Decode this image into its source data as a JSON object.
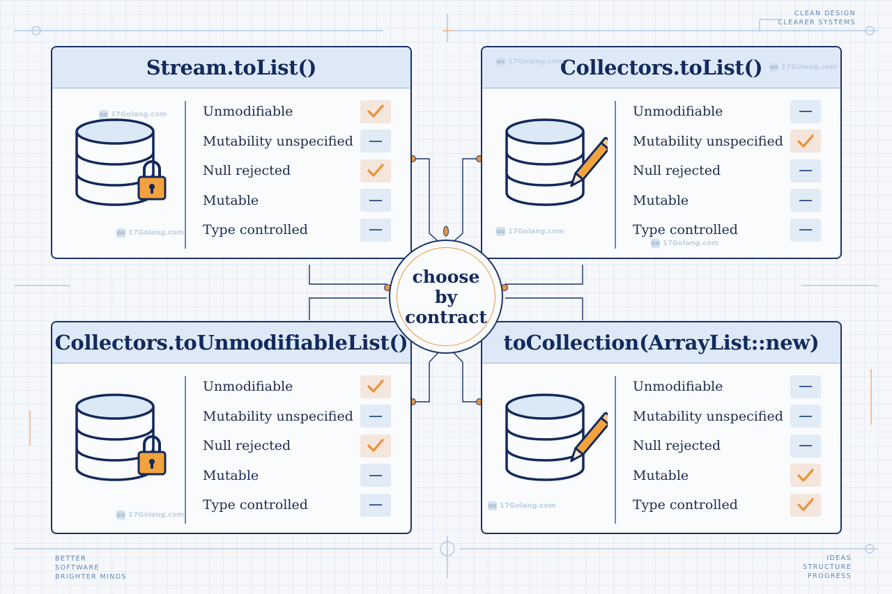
{
  "center_label": "choose by contract",
  "corners": {
    "top_right": [
      "CLEAN DESIGN",
      "CLEARER SYSTEMS"
    ],
    "bottom_left": [
      "BETTER",
      "SOFTWARE",
      "BRIGHTER MINDS"
    ],
    "bottom_right": [
      "IDEAS",
      "STRUCTURE",
      "PROGRESS"
    ]
  },
  "watermark": "17Golang.com",
  "cards": [
    {
      "title": "Stream.toList()",
      "icon": "database-lock-icon",
      "rows": [
        {
          "label": "Unmodifiable",
          "mark": "check"
        },
        {
          "label": "Mutability unspecified",
          "mark": "dash"
        },
        {
          "label": "Null rejected",
          "mark": "check"
        },
        {
          "label": "Mutable",
          "mark": "dash"
        },
        {
          "label": "Type controlled",
          "mark": "dash"
        }
      ]
    },
    {
      "title": "Collectors.toList()",
      "icon": "database-pencil-icon",
      "rows": [
        {
          "label": "Unmodifiable",
          "mark": "dash"
        },
        {
          "label": "Mutability unspecified",
          "mark": "check"
        },
        {
          "label": "Null rejected",
          "mark": "dash"
        },
        {
          "label": "Mutable",
          "mark": "dash"
        },
        {
          "label": "Type controlled",
          "mark": "dash"
        }
      ]
    },
    {
      "title": "Collectors.toUnmodifiableList()",
      "icon": "database-lock-icon",
      "rows": [
        {
          "label": "Unmodifiable",
          "mark": "check"
        },
        {
          "label": "Mutability unspecified",
          "mark": "dash"
        },
        {
          "label": "Null rejected",
          "mark": "check"
        },
        {
          "label": "Mutable",
          "mark": "dash"
        },
        {
          "label": "Type controlled",
          "mark": "dash"
        }
      ]
    },
    {
      "title": "toCollection(ArrayList::new)",
      "icon": "database-pencil-icon",
      "rows": [
        {
          "label": "Unmodifiable",
          "mark": "dash"
        },
        {
          "label": "Mutability unspecified",
          "mark": "dash"
        },
        {
          "label": "Null rejected",
          "mark": "dash"
        },
        {
          "label": "Mutable",
          "mark": "check"
        },
        {
          "label": "Type controlled",
          "mark": "check"
        }
      ]
    }
  ],
  "colors": {
    "navy": "#1a3266",
    "orange": "#e8953f",
    "header": "#dde9f6",
    "check_bg": "#f4e6dc",
    "dash_bg": "#e1ebf5"
  }
}
